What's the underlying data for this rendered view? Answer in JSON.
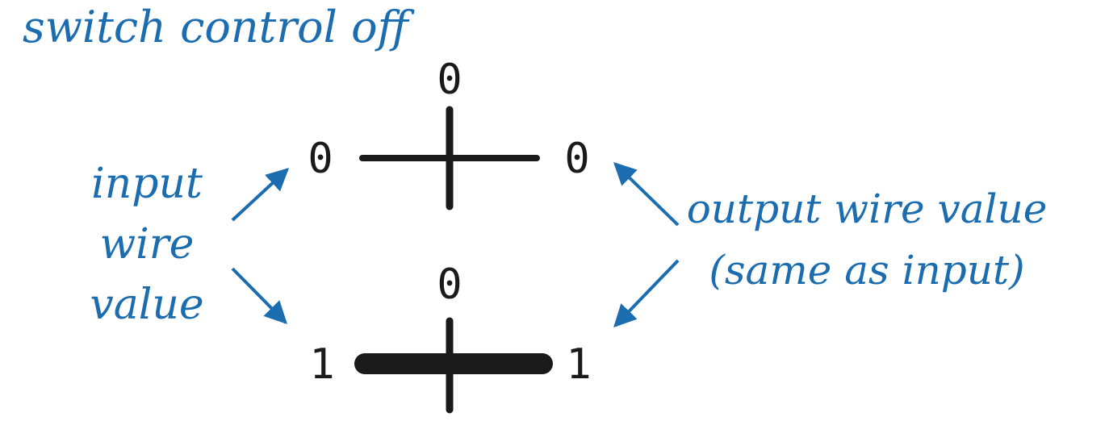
{
  "title": "switch control off",
  "colors": {
    "accent": "#1b6db0",
    "wire": "#1a1a1a"
  },
  "switches": [
    {
      "control_value": "0",
      "input_value": "0",
      "output_value": "0",
      "wire_state": "thin"
    },
    {
      "control_value": "0",
      "input_value": "1",
      "output_value": "1",
      "wire_state": "thick"
    }
  ],
  "input_label": [
    "input",
    "wire",
    "value"
  ],
  "output_label": [
    "output wire value",
    "(same as input)"
  ]
}
